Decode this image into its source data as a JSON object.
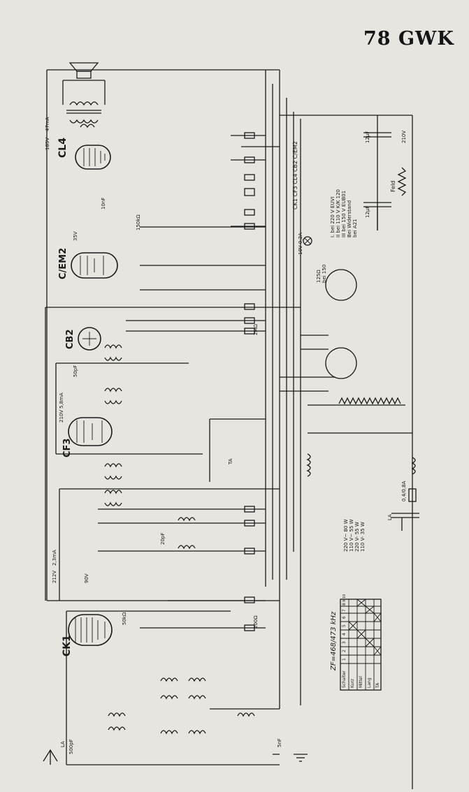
{
  "title": "78 GWK",
  "tubes": {
    "cl4": "CL4",
    "cem2": "C/EM2",
    "cb2": "CB2",
    "cf3": "CF3",
    "ck1": "CK1"
  },
  "mains": {
    "series_string": "CK1  CF3  CL4  CB2  C/EM2",
    "note1": "I. bei 220 V EUVI",
    "note2": "II bei 110 V K/K 120",
    "note3": "III bei 150 V EUB01",
    "note4": "Bei Widerstand",
    "note5": "bei A21",
    "pilot_lamp": "10V 0,2A",
    "field": "Feld",
    "volt_210": "210V",
    "cap_12uf_top": "12µF",
    "cap_12uf_bottom": "12µF",
    "r_125": "125Ω",
    "r_150": "bei 150"
  },
  "power_table": {
    "rows": [
      "220 V~ 80 W",
      "110 V~ 55 W",
      "220 V- 55 W",
      "110 V- 35 W"
    ]
  },
  "if_label": "ZF=468/473 kHz",
  "switch_table": {
    "header": [
      "Schalter",
      "1",
      "2",
      "3",
      "4",
      "5",
      "6",
      "7",
      "8",
      "9",
      "10"
    ],
    "rows": [
      "Kurz",
      "Mittel",
      "Lang",
      "TA"
    ]
  },
  "labels": {
    "v185": "185V",
    "ma47": "47mA",
    "v35": "35V",
    "v210": "210V",
    "ma58": "5,8mA",
    "v212": "212V",
    "ma23": "2,3mA",
    "v90": "90V",
    "la": "LA",
    "ta": "TA",
    "fuse": "0,4/0,8A",
    "cap_500pf": "500pF",
    "cap_5nf": "5nF",
    "cap_50pf": "50pF",
    "cap_20pf": "20pF",
    "r_2mohm": "2MΩ",
    "r_150kohm": "150kΩ",
    "r_200ohm": "200Ω",
    "r_50kohm": "50kΩ",
    "cap_10nf": "10nF"
  }
}
